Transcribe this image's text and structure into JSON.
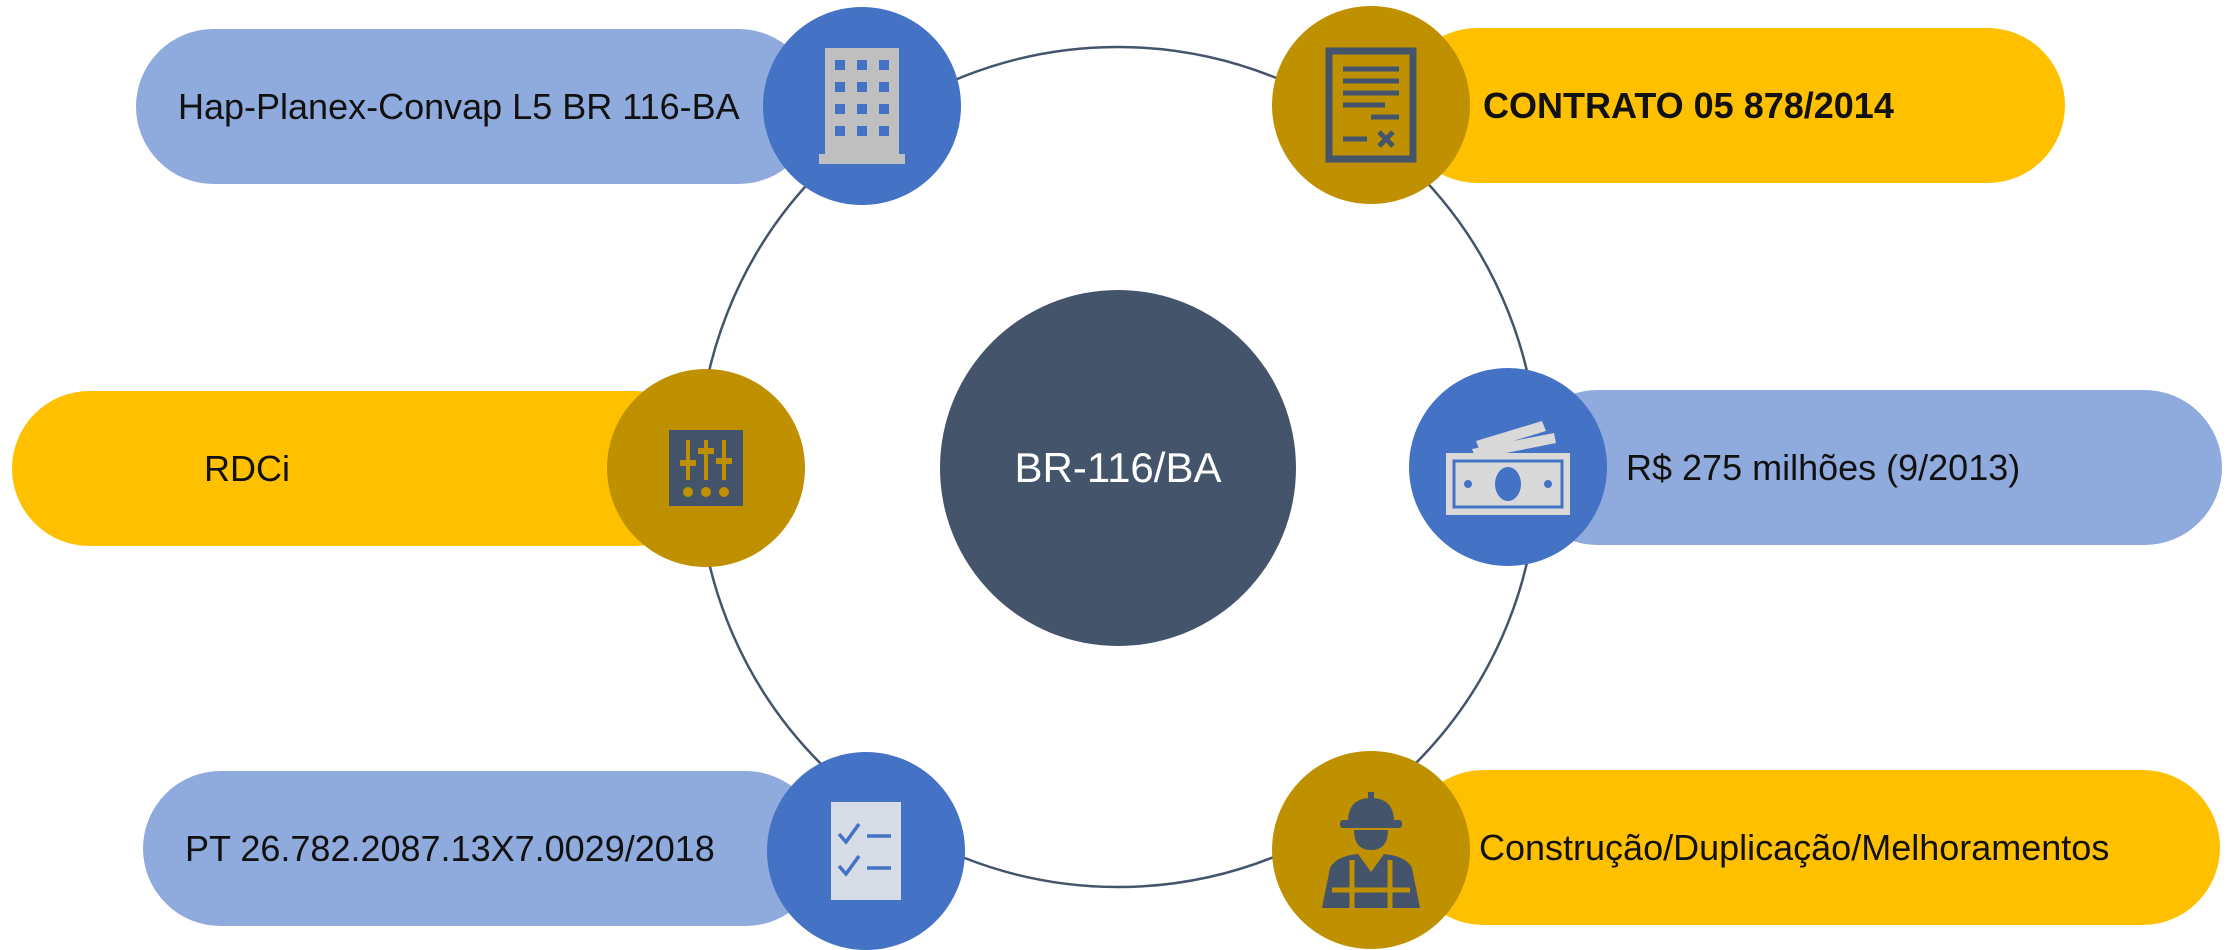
{
  "center": {
    "label": "BR-116/BA"
  },
  "nodes": [
    {
      "id": "contractor",
      "text": "Hap-Planex-Convap L5 BR 116-BA",
      "icon": "building-icon"
    },
    {
      "id": "contract",
      "text": "CONTRATO 05 878/2014",
      "icon": "contract-document-icon"
    },
    {
      "id": "regime",
      "text": "RDCi",
      "icon": "sliders-icon"
    },
    {
      "id": "value",
      "text": "R$ 275 milhões (9/2013)",
      "icon": "money-icon"
    },
    {
      "id": "budget",
      "text": "PT 26.782.2087.13X7.0029/2018",
      "icon": "checklist-icon"
    },
    {
      "id": "work_type",
      "text": "Construção/Duplicação/Melhoramentos",
      "icon": "construction-worker-icon"
    }
  ],
  "colors": {
    "pill_blue": "#8faadc",
    "pill_yellow": "#ffc000",
    "badge_blue": "#4472c4",
    "badge_gold": "#bf9000",
    "center": "#44546a",
    "icon_gray": "#bfbfbf",
    "icon_dark": "#44546a"
  }
}
